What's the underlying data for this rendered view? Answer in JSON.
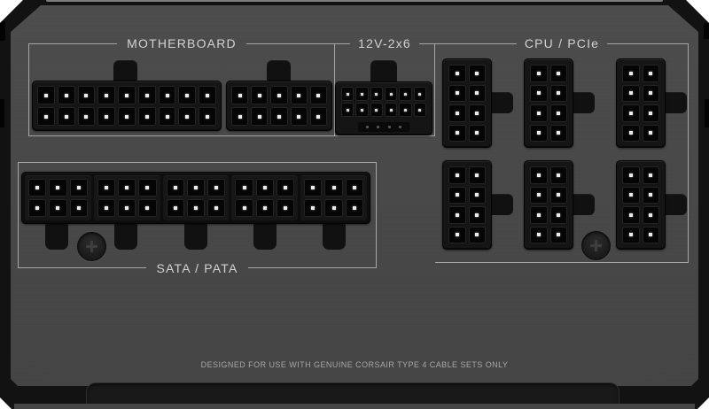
{
  "labels": {
    "motherboard": "MOTHERBOARD",
    "pcie_12v2x6": "12V-2x6",
    "cpu_pcie": "CPU / PCIe",
    "sata_pata": "SATA / PATA"
  },
  "bottom_note": "DESIGNED FOR USE WITH GENUINE CORSAIR TYPE 4 CABLE SETS ONLY",
  "connectors": {
    "motherboard_18pin": {
      "cols": 9,
      "rows": 2
    },
    "motherboard_10pin": {
      "cols": 5,
      "rows": 2
    },
    "pcie_12v2x6": {
      "cols": 6,
      "rows": 2,
      "sense_pins": 4
    },
    "cpu_pcie_8pin": {
      "cols": 2,
      "rows": 4,
      "count": 6
    },
    "sata_pata_6pin": {
      "cols": 3,
      "rows": 2,
      "count": 5
    }
  },
  "colors": {
    "body": "#121212",
    "face": "#494949",
    "outline": "#a6a6a6",
    "label_text": "#d2d2d2",
    "note_text": "#a8a8a8",
    "pin_dot": "#ededed"
  }
}
